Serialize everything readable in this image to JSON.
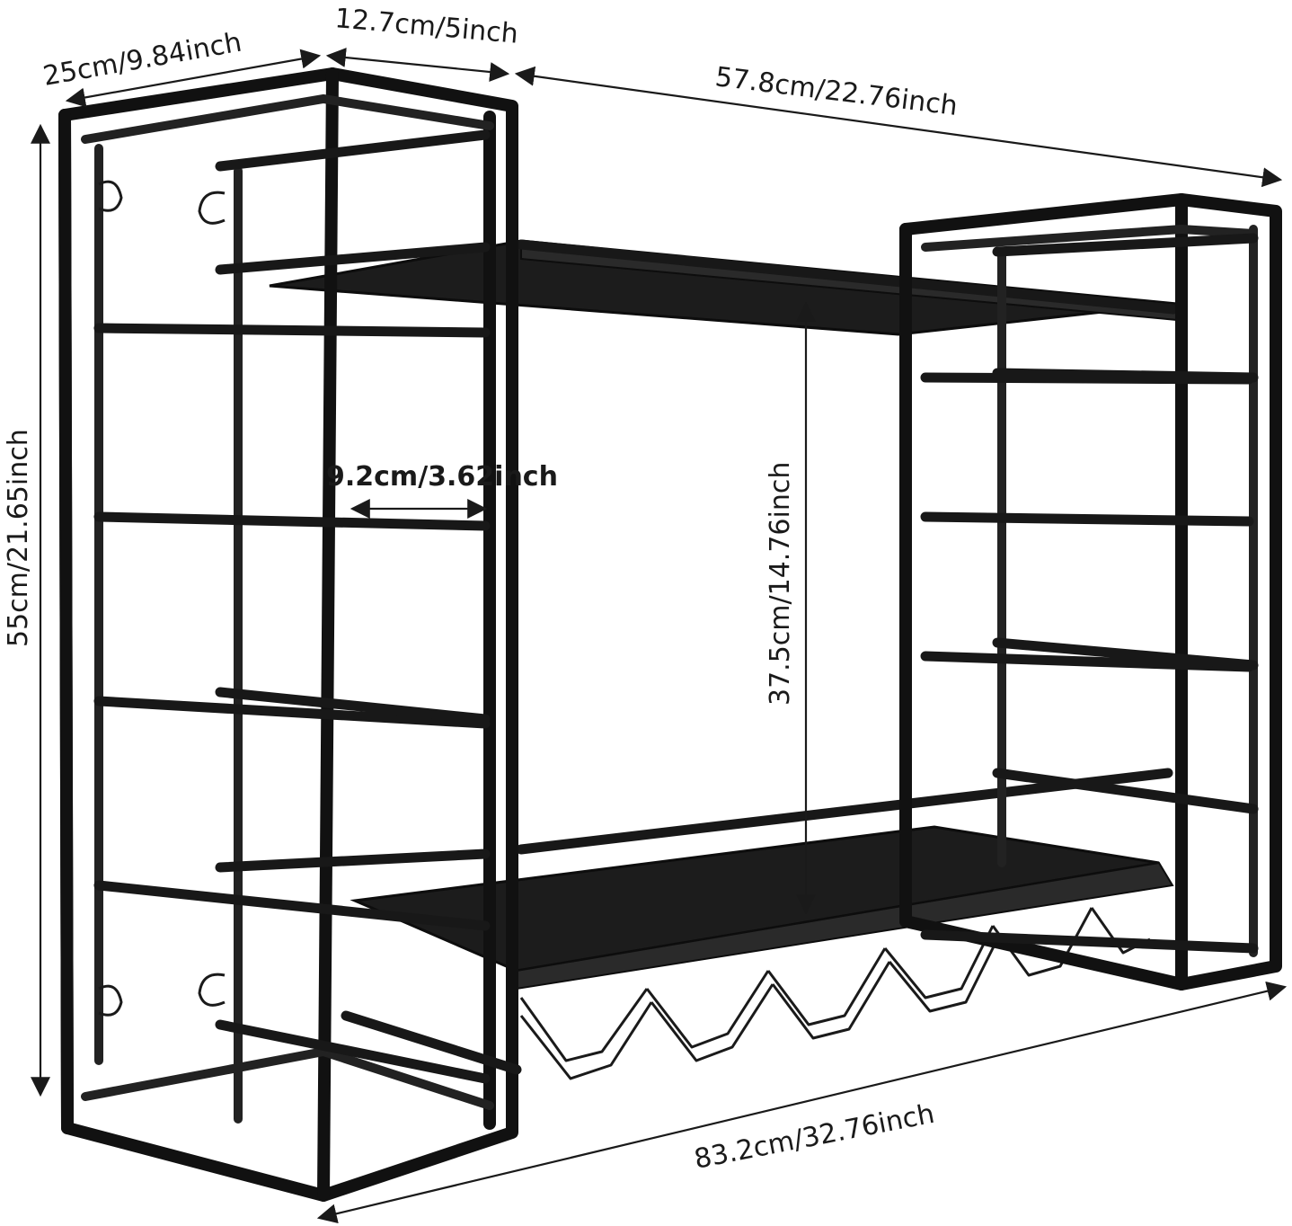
{
  "dimensions": {
    "depth": "25cm/9.84inch",
    "side_width": "12.7cm/5inch",
    "shelf_width": "57.8cm/22.76inch",
    "height": "55cm/21.65inch",
    "rod_spacing": "9.2cm/3.62inch",
    "shelf_gap": "37.5cm/14.76inch",
    "total_width": "83.2cm/32.76inch"
  },
  "colors": {
    "frame": "#111111",
    "board": "#1c1c1c",
    "background": "#ffffff",
    "annotation": "#1a1a1a"
  }
}
